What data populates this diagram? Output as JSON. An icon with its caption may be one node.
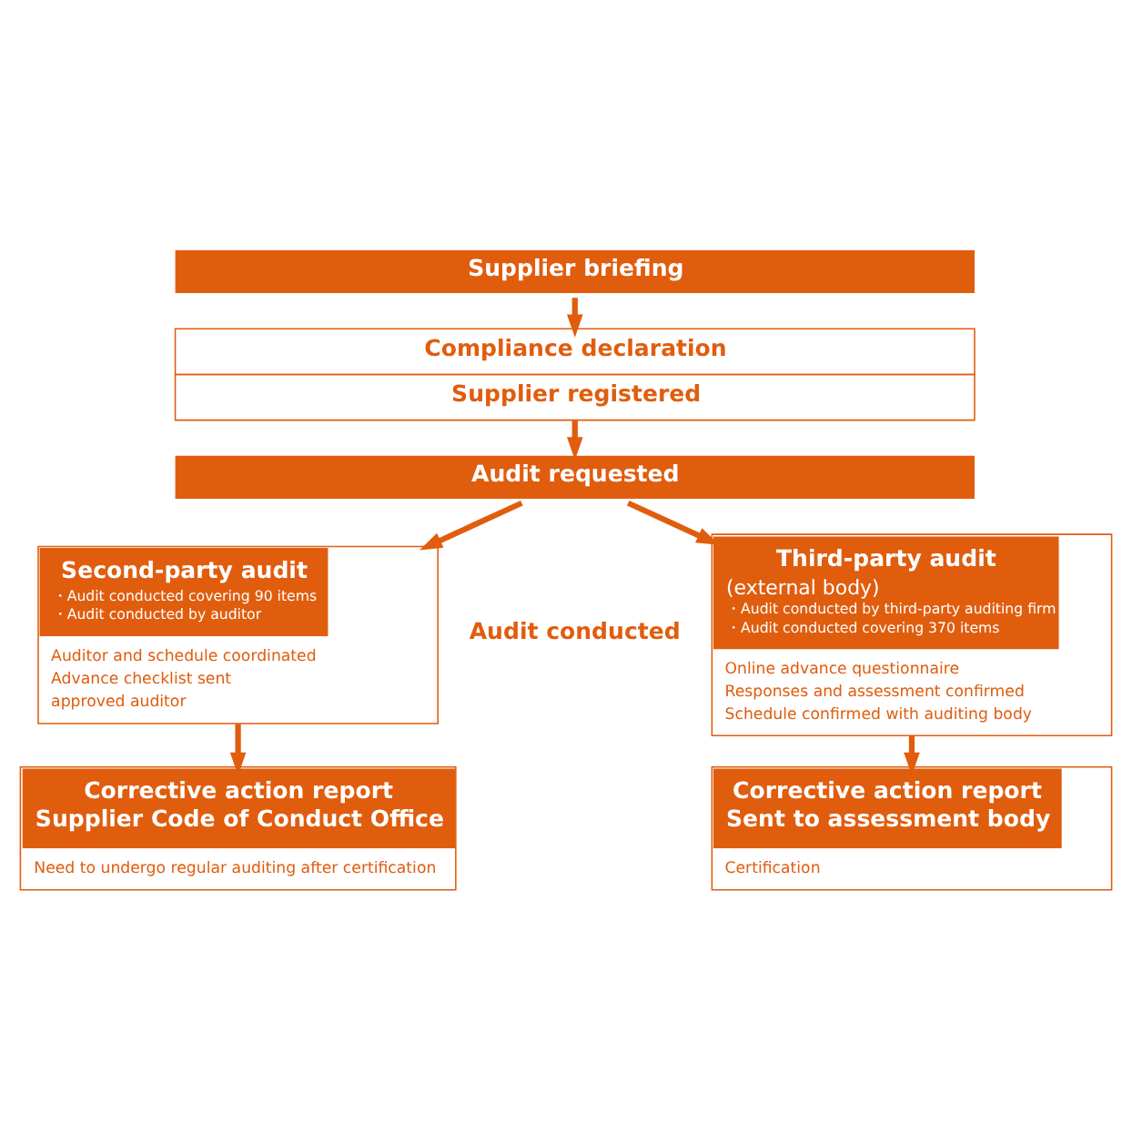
{
  "diagram": {
    "nodes": [
      {
        "text": [
          "Supplier briefing"
        ]
      },
      {
        "text": [
          "Compliance declaration",
          "Supplier registered"
        ]
      },
      {
        "text": [
          "Audit requested"
        ]
      },
      {
        "text": [
          "Second-party audit",
          "・Audit conducted covering 90 items",
          "・Audit conducted by auditor",
          "Auditor and schedule coordinated",
          "Advance checklist sent",
          "approved auditor"
        ]
      },
      {
        "text": [
          "Third-party audit",
          "(external body)",
          "・Audit conducted by third-party auditing firm",
          "・Audit conducted covering 370 items",
          "Online advance questionnaire",
          "Responses and assessment confirmed",
          "Schedule confirmed with auditing body"
        ]
      },
      {
        "text": [
          "Corrective action report",
          "Supplier Code of Conduct Office",
          "Need to undergo regular auditing after certification"
        ]
      },
      {
        "text": [
          "Corrective action report",
          "Sent to assessment body",
          "Certification"
        ]
      }
    ],
    "edges": [
      {
        "from": 0,
        "to": 1,
        "arrow": "to"
      },
      {
        "from": 1,
        "to": 2,
        "arrow": "to"
      },
      {
        "from": 2,
        "to": 3,
        "arrow": "to"
      },
      {
        "from": 2,
        "to": 4,
        "arrow": "to"
      },
      {
        "from": 3,
        "to": 5,
        "arrow": "to"
      },
      {
        "from": 4,
        "to": 6,
        "arrow": "to"
      }
    ],
    "labels": [
      "Audit conducted"
    ]
  }
}
